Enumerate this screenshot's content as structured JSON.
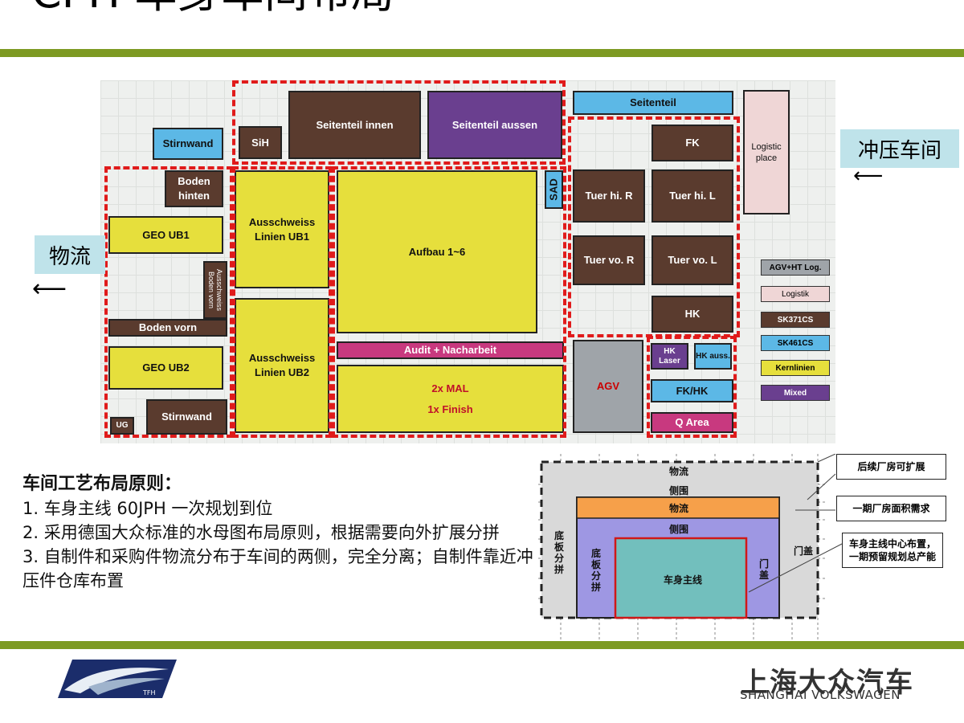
{
  "slide": {
    "title": "CPH 车身车间布局"
  },
  "plan": {
    "blocks": {
      "seitenteil_innen": "Seitenteil innen",
      "seitenteil_aussen": "Seitenteil aussen",
      "seitenteil": "Seitenteil",
      "logistic_place": "Logistic place",
      "stirnwand_top": "Stirnwand",
      "sih": "SiH",
      "fk": "FK",
      "boden_hinten": "Boden hinten",
      "ausschweiss_ub1": "Ausschweiss Linien UB1",
      "aufbau": "Aufbau 1~6",
      "sad": "SAD",
      "tuer_hi_r": "Tuer hi. R",
      "tuer_hi_l": "Tuer hi. L",
      "geo_ub1": "GEO UB1",
      "ausschweiss_boden_vorn": "Ausschweiss Boden vorn",
      "tuer_vo_r": "Tuer vo. R",
      "tuer_vo_l": "Tuer vo. L",
      "hk": "HK",
      "boden_vorn": "Boden vorn",
      "audit": "Audit + Nacharbeit",
      "ausschweiss_ub2": "Ausschweiss Linien UB2",
      "geo_ub2": "GEO UB2",
      "mal_line1": "2x MAL",
      "mal_line2": "1x Finish",
      "agv": "AGV",
      "hk_laser": "HK Laser",
      "hk_auss": "HK auss.",
      "fk_hk": "FK/HK",
      "ug": "UG",
      "stirnwand_bottom": "Stirnwand",
      "q_area": "Q Area"
    },
    "legend": [
      {
        "label": "AGV+HT Log.",
        "color": "#9fa4a9"
      },
      {
        "label": "Logistik",
        "color": "#efd6d6"
      },
      {
        "label": "SK371CS",
        "color": "#5a3b2e"
      },
      {
        "label": "SK461CS",
        "color": "#5cb8e6"
      },
      {
        "label": "Kernlinien",
        "color": "#e6df3c"
      },
      {
        "label": "Mixed",
        "color": "#6a3f8f"
      }
    ]
  },
  "callouts": {
    "press_shop": "冲压车间",
    "logistics": "物流"
  },
  "principles": {
    "heading": "车间工艺布局原则：",
    "p1": "1. 车身主线 60JPH 一次规划到位",
    "p2": "2. 采用德国大众标准的水母图布局原则，根据需要向外扩展分拼",
    "p3": "3. 自制件和采购件物流分布于车间的两侧，完全分离；自制件靠近冲压件仓库布置"
  },
  "diagram": {
    "top_logistics": "物流",
    "side_enclosure_top": "侧围",
    "orange_logistics": "物流",
    "side_enclosure_mid": "侧围",
    "underbody_outer": "底板分拼",
    "underbody_inner": "底板分拼",
    "main_line": "车身主线",
    "doors_inner": "门盖",
    "doors_outer": "门盖",
    "note_expand": "后续厂房可扩展",
    "note_phase1": "一期厂房面积需求",
    "note_center_line1": "车身主线中心布置，",
    "note_center_line2": "一期预留规划总产能"
  },
  "brand": {
    "name_cn": "上海大众汽车",
    "name_en": "SHANGHAI VOLKSWAGEN"
  }
}
